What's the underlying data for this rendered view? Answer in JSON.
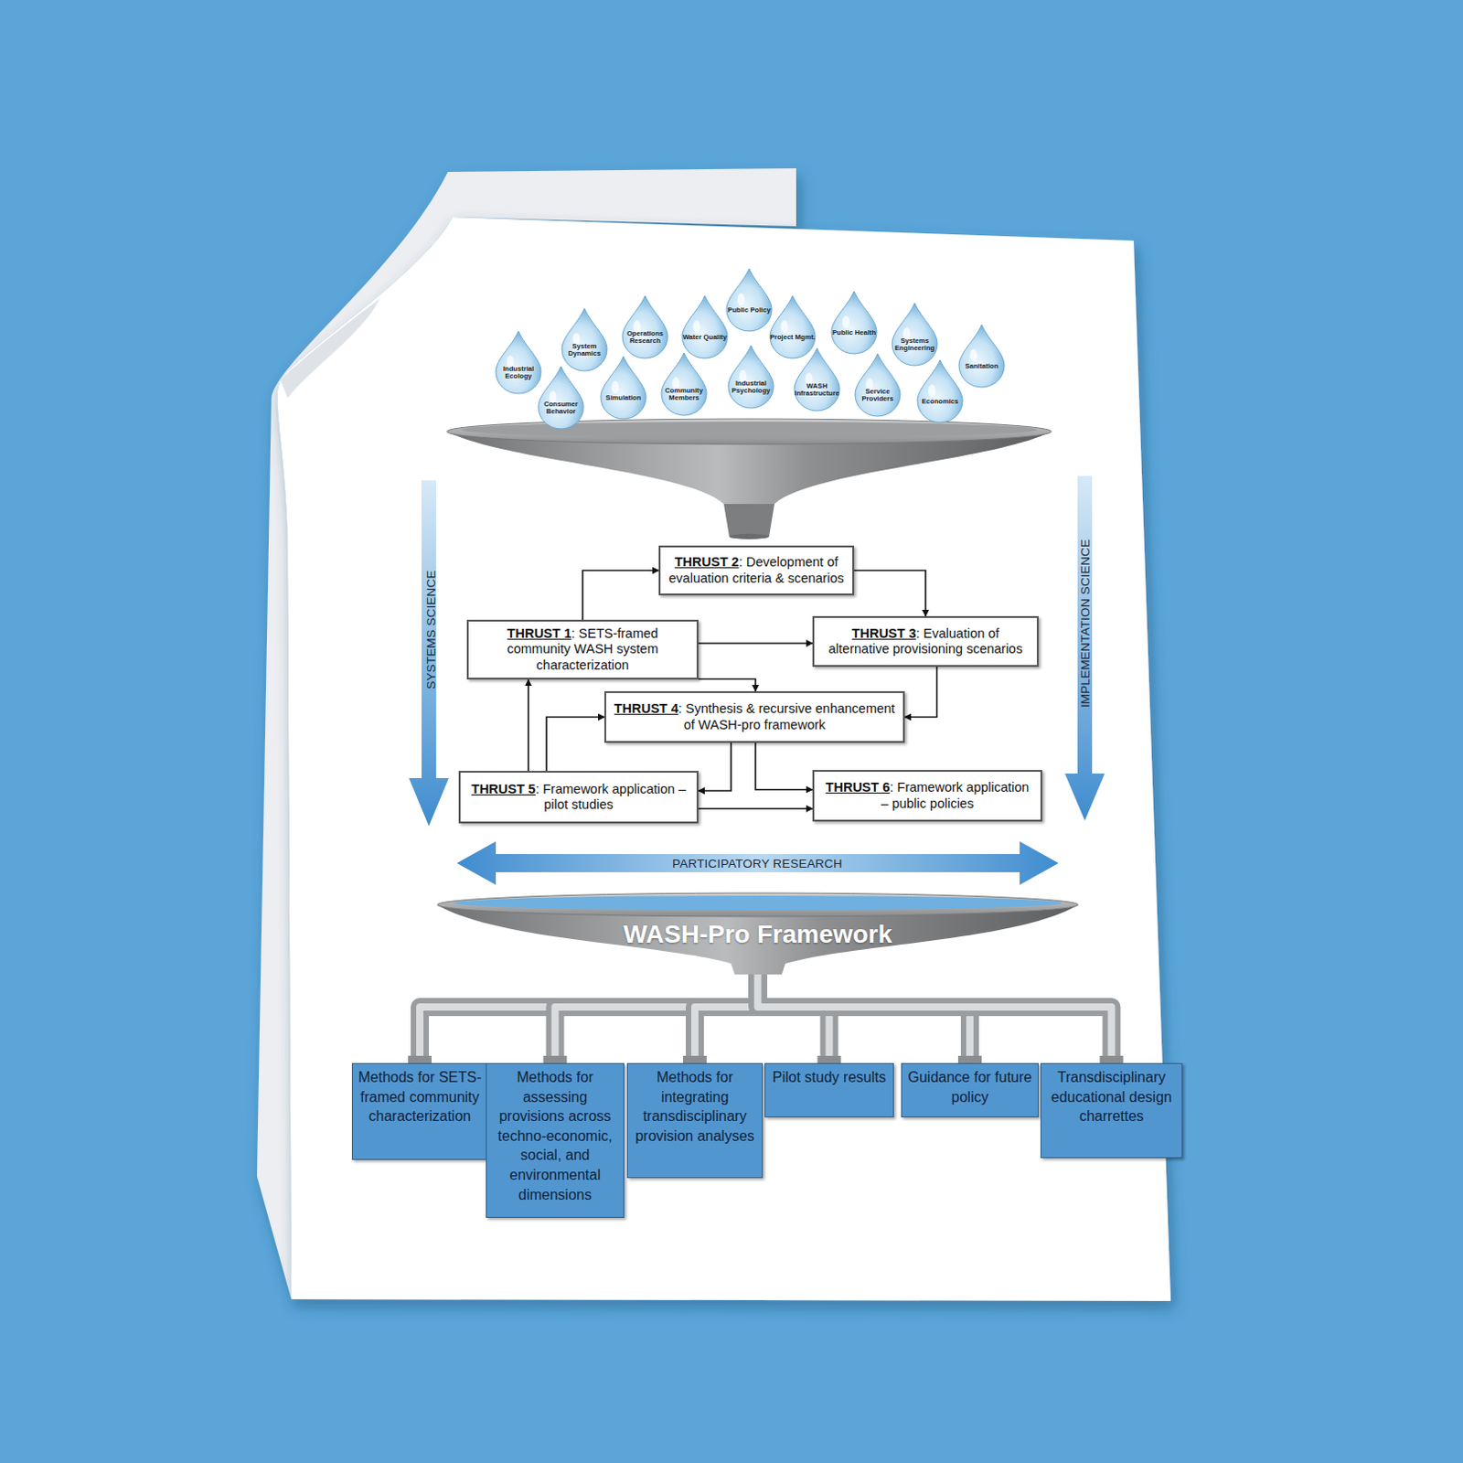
{
  "diagram": {
    "nodes": [
      {
        "text": [
          "Industrial Ecology"
        ]
      },
      {
        "text": [
          "Consumer Behavior"
        ]
      },
      {
        "text": [
          "System Dynamics"
        ]
      },
      {
        "text": [
          "Simulation"
        ]
      },
      {
        "text": [
          "Operations Research"
        ]
      },
      {
        "text": [
          "Community Members"
        ]
      },
      {
        "text": [
          "Water Quality"
        ]
      },
      {
        "text": [
          "Public Policy"
        ]
      },
      {
        "text": [
          "Industrial Psychology"
        ]
      },
      {
        "text": [
          "Project Mgmt."
        ]
      },
      {
        "text": [
          "WASH Infrastructure"
        ]
      },
      {
        "text": [
          "Public Health"
        ]
      },
      {
        "text": [
          "Service Providers"
        ]
      },
      {
        "text": [
          "Systems Engineering"
        ]
      },
      {
        "text": [
          "Economics"
        ]
      },
      {
        "text": [
          "Sanitation"
        ]
      },
      {
        "text": [
          "THRUST 2: Development of evaluation criteria & scenarios"
        ]
      },
      {
        "text": [
          "THRUST 1: SETS-framed community WASH system characterization"
        ]
      },
      {
        "text": [
          "THRUST 3: Evaluation of alternative provisioning scenarios"
        ]
      },
      {
        "text": [
          "THRUST 4: Synthesis & recursive enhancement of WASH-pro framework"
        ]
      },
      {
        "text": [
          "THRUST 5: Framework application – pilot studies"
        ]
      },
      {
        "text": [
          "THRUST 6: Framework application – public policies"
        ]
      },
      {
        "text": [
          "WASH-Pro Framework"
        ]
      },
      {
        "text": [
          "Methods for SETS-framed community characterization"
        ]
      },
      {
        "text": [
          "Methods for assessing provisions across techno-economic, social, and environmental dimensions"
        ]
      },
      {
        "text": [
          "Methods for integrating transdisciplinary provision analyses"
        ]
      },
      {
        "text": [
          "Pilot study results"
        ]
      },
      {
        "text": [
          "Guidance for future policy"
        ]
      },
      {
        "text": [
          "Transdisciplinary educational design charrettes"
        ]
      }
    ],
    "edges": [
      {
        "from": 17,
        "to": 16,
        "arrow": "to"
      },
      {
        "from": 16,
        "to": 18,
        "arrow": "to"
      },
      {
        "from": 17,
        "to": 18,
        "arrow": "to"
      },
      {
        "from": 17,
        "to": 19,
        "arrow": "to"
      },
      {
        "from": 18,
        "to": 19,
        "arrow": "to"
      },
      {
        "from": 20,
        "to": 17,
        "arrow": "to"
      },
      {
        "from": 20,
        "to": 19,
        "arrow": "to"
      },
      {
        "from": 19,
        "to": 20,
        "arrow": "to"
      },
      {
        "from": 19,
        "to": 21,
        "arrow": "to"
      },
      {
        "from": 20,
        "to": 21,
        "arrow": "to"
      },
      {
        "from": 22,
        "to": 23,
        "arrow": "none"
      },
      {
        "from": 22,
        "to": 24,
        "arrow": "none"
      },
      {
        "from": 22,
        "to": 25,
        "arrow": "none"
      },
      {
        "from": 22,
        "to": 26,
        "arrow": "none"
      },
      {
        "from": 22,
        "to": 27,
        "arrow": "none"
      },
      {
        "from": 22,
        "to": 28,
        "arrow": "none"
      }
    ],
    "labels": [
      "SYSTEMS SCIENCE",
      "IMPLEMENTATION SCIENCE",
      "PARTICIPATORY RESEARCH"
    ]
  }
}
